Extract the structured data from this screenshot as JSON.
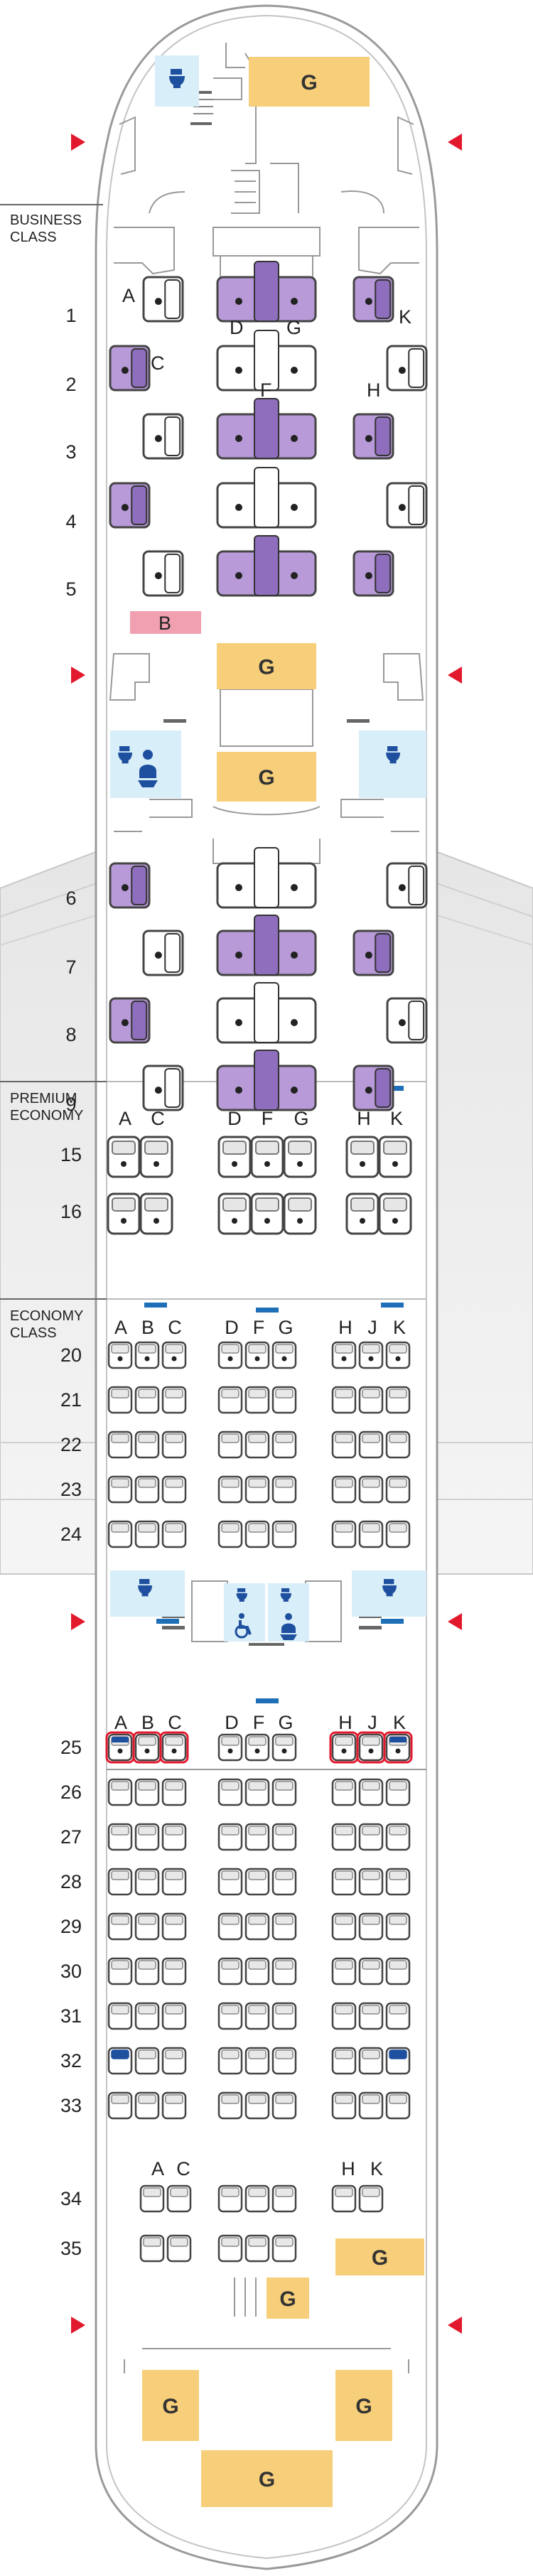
{
  "sections": {
    "business": [
      "BUSINESS",
      "CLASS"
    ],
    "premium": [
      "PREMIUM",
      "ECONOMY"
    ],
    "economy": [
      "ECONOMY",
      "CLASS"
    ]
  },
  "galley_label": "G",
  "bassinet_label": "B",
  "business": {
    "col_letters": {
      "A": "A",
      "C": "C",
      "D": "D",
      "F": "F",
      "G": "G",
      "H": "H",
      "K": "K"
    },
    "rows": [
      "1",
      "2",
      "3",
      "4",
      "5",
      "6",
      "7",
      "8",
      "9"
    ]
  },
  "premium": {
    "columns": [
      "A",
      "C",
      "D",
      "F",
      "G",
      "H",
      "K"
    ],
    "rows": [
      "15",
      "16"
    ]
  },
  "economy": {
    "columns": [
      "A",
      "B",
      "C",
      "D",
      "F",
      "G",
      "H",
      "J",
      "K"
    ],
    "rows_front": [
      "20",
      "21",
      "22",
      "23",
      "24"
    ],
    "rows_rear": [
      "25",
      "26",
      "27",
      "28",
      "29",
      "30",
      "31",
      "32",
      "33",
      "34",
      "35"
    ],
    "row34_columns": [
      "A",
      "C",
      "H",
      "K"
    ]
  },
  "colors": {
    "business_seat": "#b89ad8",
    "business_seat_dark": "#8f6fbd",
    "galley": "#f7cf7a",
    "lavatory": "#d8eef8",
    "lav_icon": "#1f4f9f",
    "exit_arrow": "#e2182d",
    "emergency_row": "#e2182d",
    "bulkhead_bar": "#1f6fb8",
    "bassinet": "#f0a0b0",
    "seat_outline": "#444444"
  }
}
